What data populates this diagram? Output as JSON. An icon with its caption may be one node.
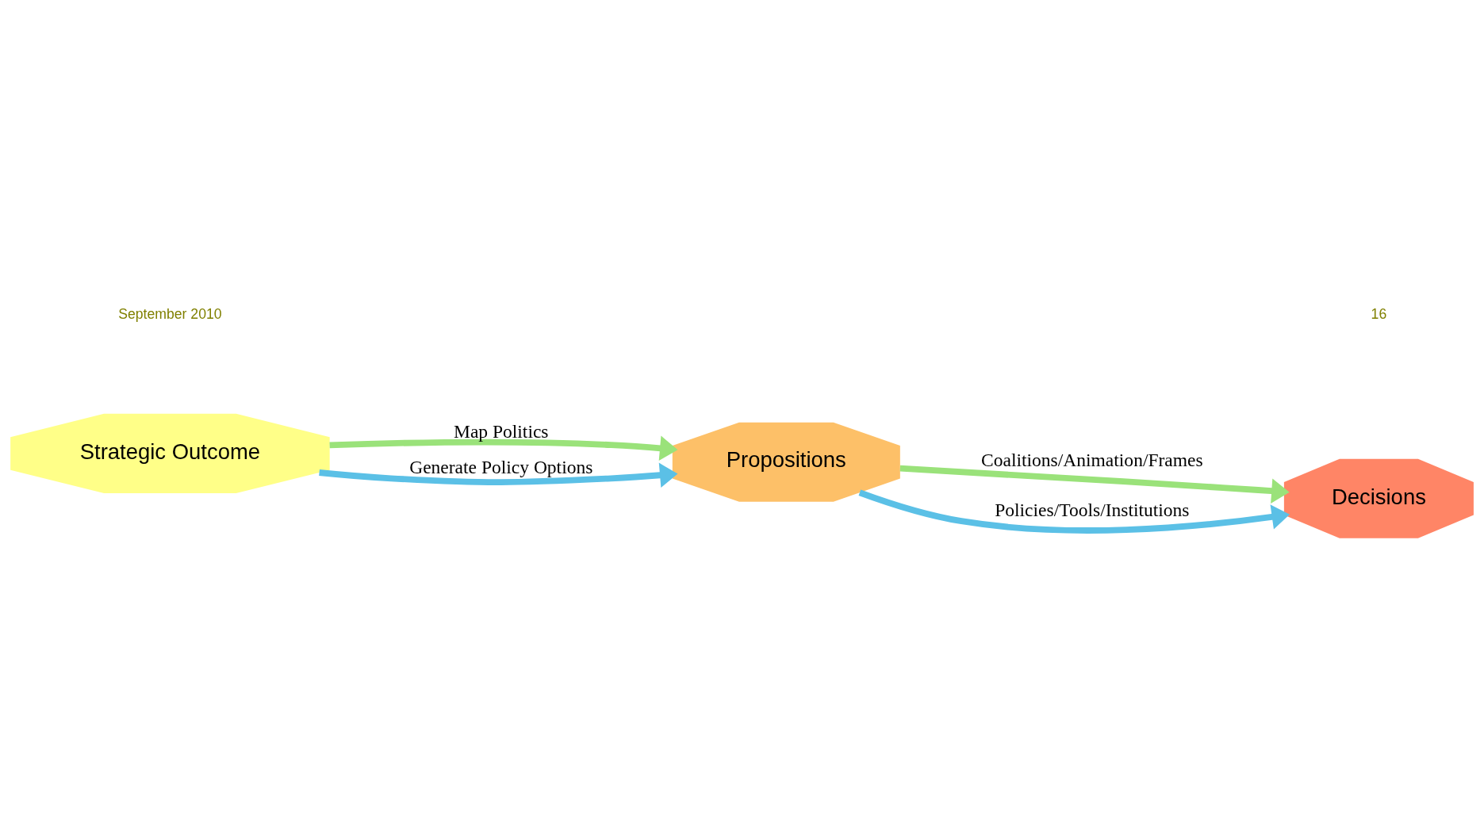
{
  "diagram": {
    "nodes": [
      {
        "text": [
          "Strategic Outcome"
        ]
      },
      {
        "text": [
          "Propositions"
        ]
      },
      {
        "text": [
          "Decisions"
        ]
      }
    ],
    "edges": [
      {
        "from": 0,
        "to": 1,
        "arrow": "to",
        "label": "Map Politics",
        "color": "#9ae27a"
      },
      {
        "from": 0,
        "to": 1,
        "arrow": "to",
        "label": "Generate Policy Options",
        "color": "#5bc0e6"
      },
      {
        "from": 1,
        "to": 2,
        "arrow": "to",
        "label": "Coalitions/Animation/Frames",
        "color": "#9ae27a"
      },
      {
        "from": 1,
        "to": 2,
        "arrow": "to",
        "label": "Policies/Tools/Institutions",
        "color": "#5bc0e6"
      }
    ],
    "labels": [
      "September 2010",
      "16"
    ]
  }
}
